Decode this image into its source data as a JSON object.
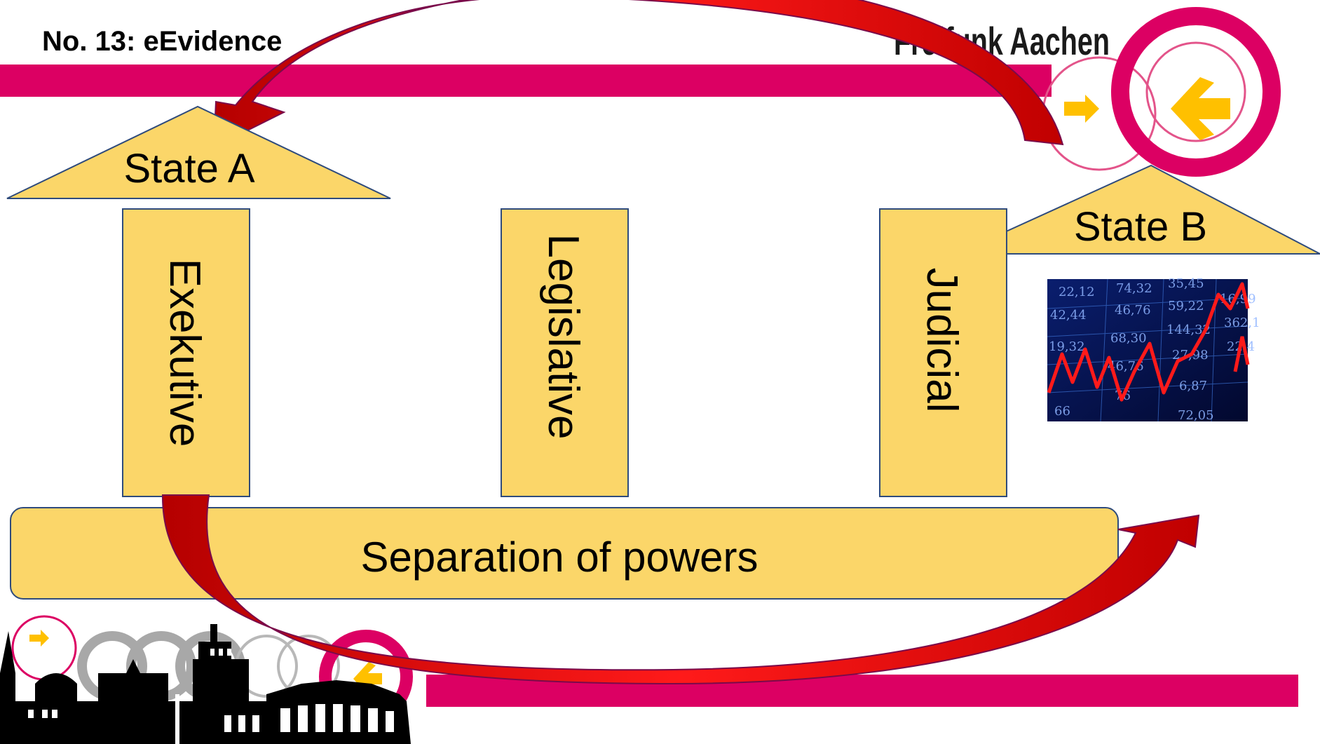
{
  "slide": {
    "title": "No. 13: eEvidence",
    "brand": "Freifunk Aachen"
  },
  "diagram": {
    "state_a_label": "State A",
    "state_b_label": "State B",
    "pillars": [
      {
        "label": "Exekutive"
      },
      {
        "label": "Legislative"
      },
      {
        "label": "Judicial"
      }
    ],
    "foundation_label": "Separation of powers"
  },
  "stock_image": {
    "numbers": [
      "22,12",
      "74,32",
      "35,45",
      "42,44",
      "46,76",
      "59,22",
      "16,99",
      "19,32",
      "68,30",
      "144,32",
      "362,1",
      "46,76",
      "27,98",
      "22,4",
      "66",
      "76",
      "6,87",
      "72,05"
    ]
  },
  "colors": {
    "box_fill": "#FBD669",
    "box_stroke": "#2F4B7C",
    "accent_magenta": "#DC0063",
    "arrow_red": "#E30B0B",
    "arrow_yellow": "#FFC000",
    "skyline": "#000000"
  }
}
